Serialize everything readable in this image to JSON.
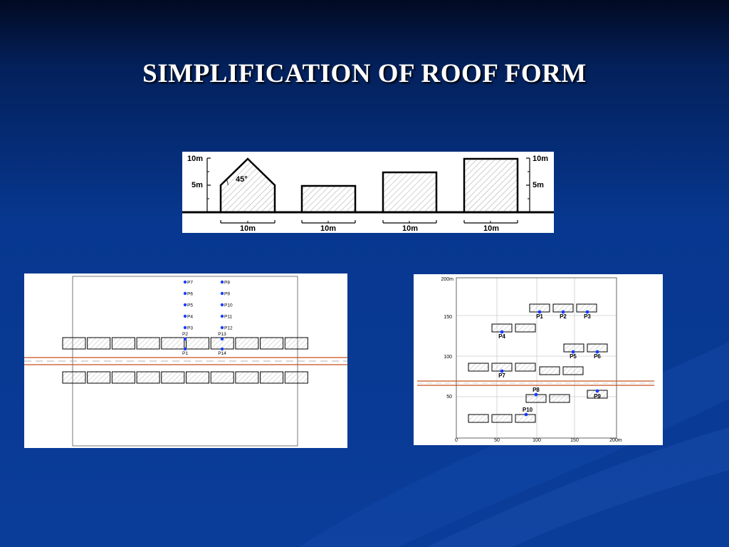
{
  "slide": {
    "title": "SIMPLIFICATION OF ROOF FORM"
  },
  "roof_diagram": {
    "left_axis": {
      "top_label": "10m",
      "mid_label": "5m"
    },
    "right_axis": {
      "top_label": "10m",
      "mid_label": "5m"
    },
    "angle_label": "45°",
    "building_width_labels": [
      "10m",
      "10m",
      "10m",
      "10m"
    ]
  },
  "plan_left": {
    "points_col1": [
      "P7",
      "P6",
      "P5",
      "P4",
      "P3",
      "P2",
      "P1"
    ],
    "points_col2": [
      "P8",
      "P9",
      "P10",
      "P11",
      "P12",
      "P13",
      "P14"
    ]
  },
  "plan_right": {
    "y_ticks": [
      "200m",
      "150",
      "100",
      "50"
    ],
    "x_ticks": [
      "0",
      "50",
      "100",
      "150",
      "200m"
    ],
    "points": [
      "P1",
      "P2",
      "P3",
      "P4",
      "P5",
      "P6",
      "P7",
      "P8",
      "P9",
      "P10"
    ]
  },
  "colors": {
    "background": "#07378f",
    "title": "#ffffff",
    "road": "#c8501e",
    "receiver": "#1a3cff"
  }
}
